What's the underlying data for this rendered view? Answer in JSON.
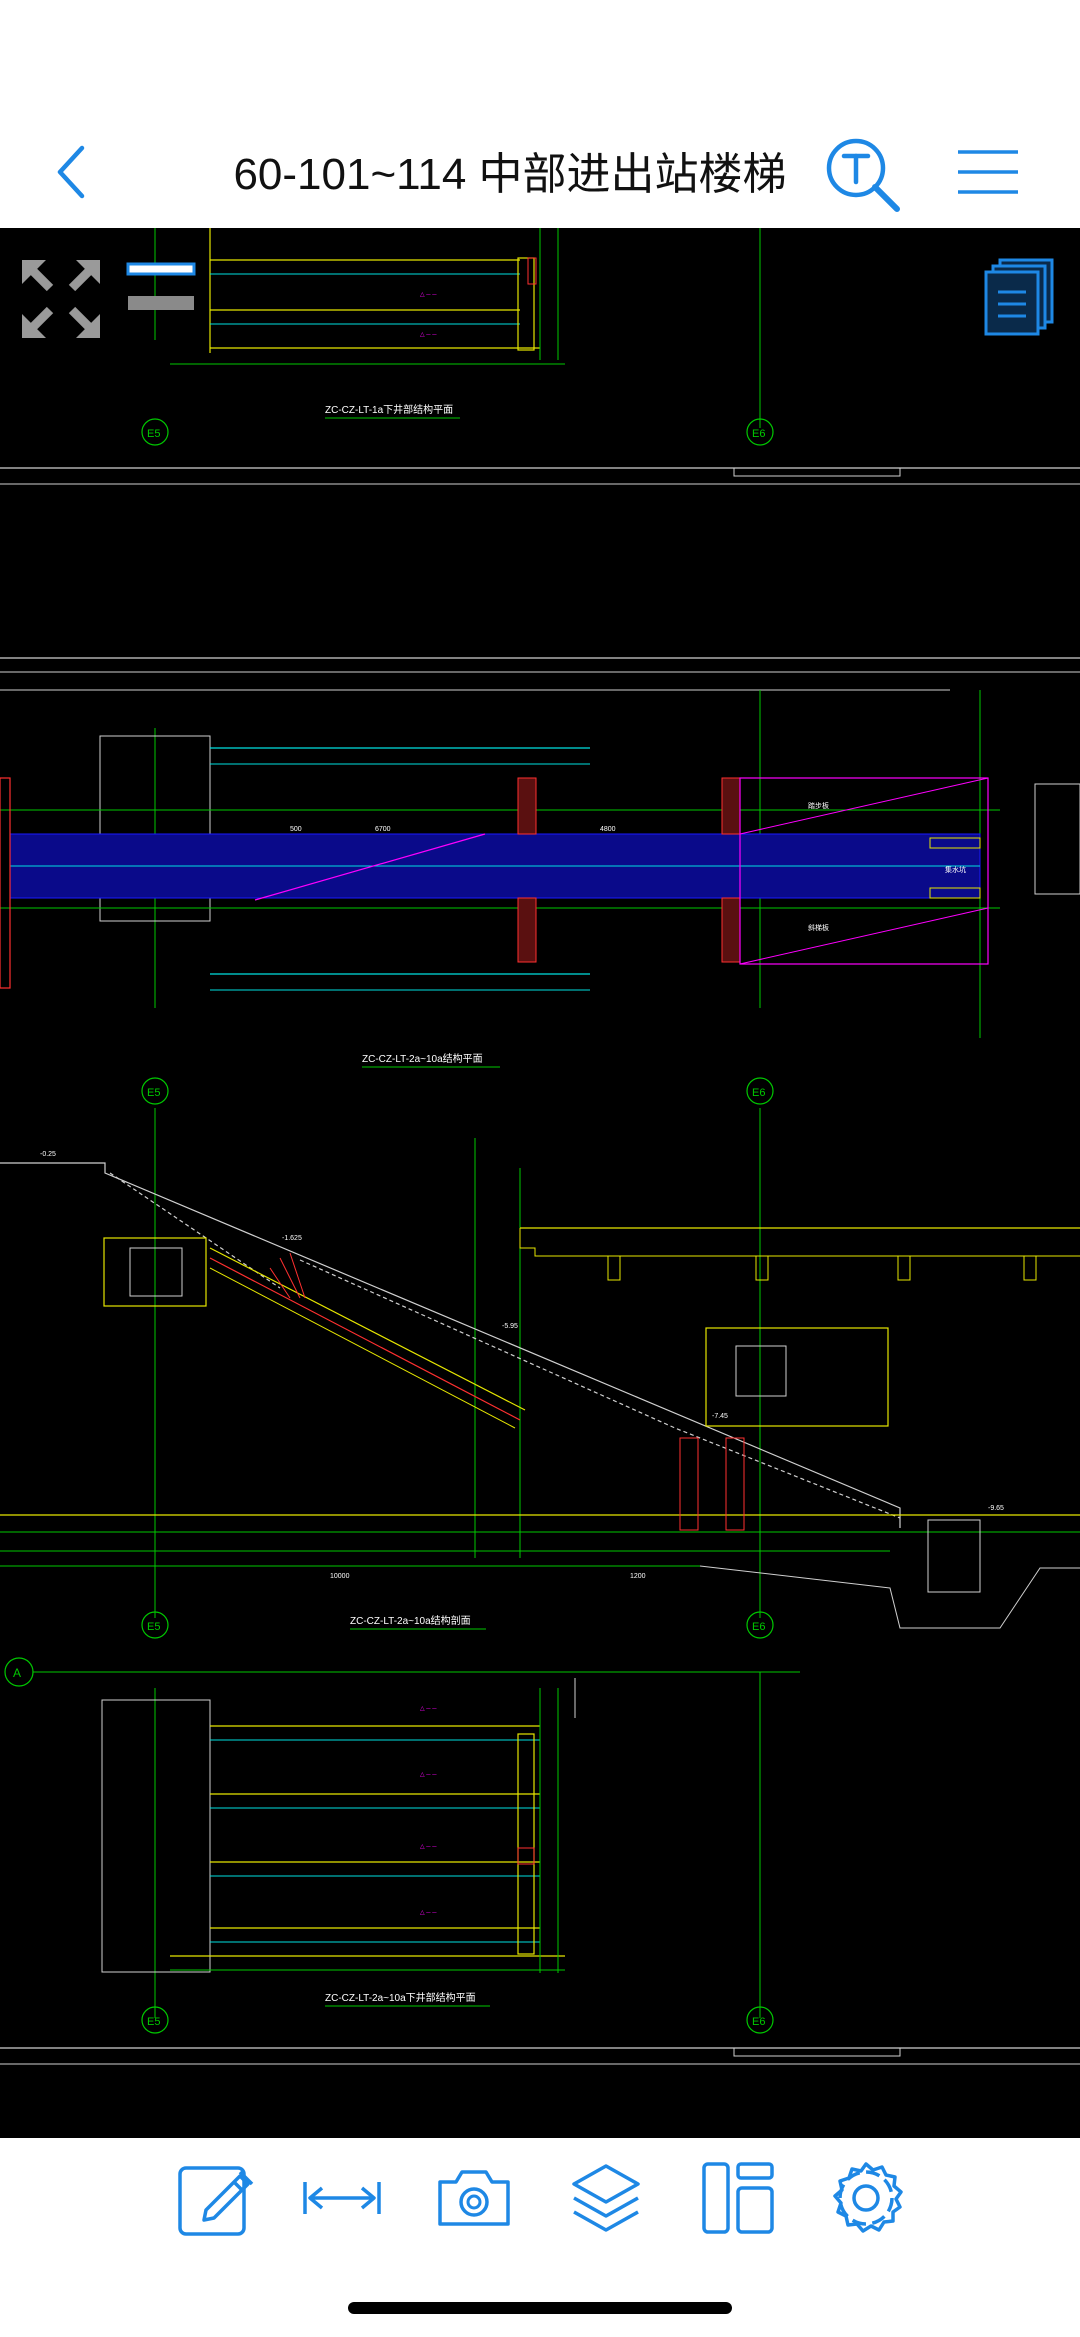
{
  "header": {
    "title": "60-101~114 中部进出站楼梯"
  },
  "drawing": {
    "views": [
      {
        "label": "ZC-CZ-LT-1a下井部结构平面"
      },
      {
        "label": "ZC-CZ-LT-2a~10a结构平面"
      },
      {
        "label": "ZC-CZ-LT-2a~10a结构剖面"
      },
      {
        "label": "ZC-CZ-LT-2a~10a下井部结构平面"
      }
    ],
    "axis_tags": {
      "e5": "E5",
      "e6": "E6",
      "a": "A"
    },
    "labels": {
      "dim_500": "500",
      "dim_1200": "1200",
      "dim_6700": "6700",
      "dim_4800": "4800",
      "dim_10000": "10000",
      "elev_a": "-0.25",
      "elev_b": "-1.625",
      "elev_c": "-5.95",
      "elev_d": "-7.45",
      "elev_e": "-9.65",
      "note_a": "踏步板",
      "note_b": "斜梯板",
      "note_c": "集水坑"
    }
  },
  "colors": {
    "accent": "#1e88e5",
    "cad_green": "#00c800",
    "cad_yellow": "#e6e600",
    "cad_cyan": "#00e0e0",
    "cad_magenta": "#ff00ff",
    "cad_blue": "#1a1aff",
    "cad_red": "#ff3030"
  },
  "icons": {
    "back": "chevron-left-icon",
    "text_search": "text-search-icon",
    "menu": "hamburger-menu-icon",
    "expand": "expand-arrows-icon",
    "bar": "line-weight-icon",
    "docs": "documents-icon",
    "edit": "edit-note-icon",
    "measure": "measure-icon",
    "camera": "camera-icon",
    "layers": "layers-icon",
    "layout": "layout-icon",
    "settings": "gear-icon"
  }
}
